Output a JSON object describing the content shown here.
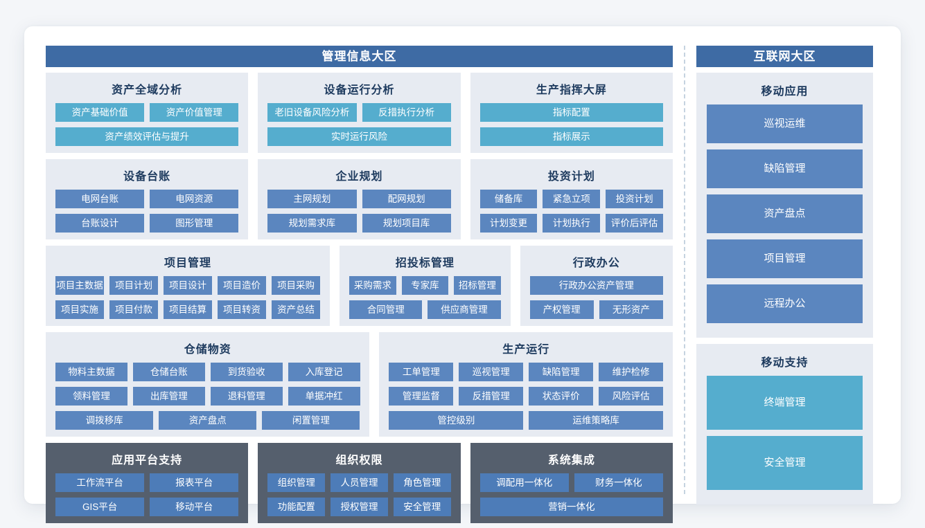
{
  "colors": {
    "zone_header_bg": "#3e6ba4",
    "section_bg": "#e7ebf2",
    "section_title": "#1d3a5e",
    "teal_button": "#55adce",
    "blue_button": "#5b86bf",
    "dark_section_bg": "#555f6d",
    "dark_section_button": "#4d7cb8",
    "button_text": "#ffffff",
    "separator": "#c5d3e0"
  },
  "main": {
    "title": "管理信息大区",
    "sections": [
      {
        "title": "资产全域分析",
        "rows": [
          [
            "资产基础价值",
            "资产价值管理"
          ],
          [
            "资产绩效评估与提升"
          ]
        ]
      },
      {
        "title": "设备运行分析",
        "rows": [
          [
            "老旧设备风险分析",
            "反措执行分析"
          ],
          [
            "实时运行风险"
          ]
        ]
      },
      {
        "title": "生产指挥大屏",
        "rows": [
          [
            "指标配置"
          ],
          [
            "指标展示"
          ]
        ]
      },
      {
        "title": "设备台账",
        "rows": [
          [
            "电网台账",
            "电网资源"
          ],
          [
            "台账设计",
            "图形管理"
          ]
        ]
      },
      {
        "title": "企业规划",
        "rows": [
          [
            "主网规划",
            "配网规划"
          ],
          [
            "规划需求库",
            "规划项目库"
          ]
        ]
      },
      {
        "title": "投资计划",
        "rows": [
          [
            "储备库",
            "紧急立项",
            "投资计划"
          ],
          [
            "计划变更",
            "计划执行",
            "评价后评估"
          ]
        ]
      },
      {
        "title": "项目管理",
        "rows": [
          [
            "项目主数据",
            "项目计划",
            "项目设计",
            "项目造价",
            "项目采购"
          ],
          [
            "项目实施",
            "项目付款",
            "项目结算",
            "项目转资",
            "资产总结"
          ]
        ]
      },
      {
        "title": "招投标管理",
        "rows": [
          [
            "采购需求",
            "专家库",
            "招标管理"
          ],
          [
            "合同管理",
            "供应商管理"
          ]
        ]
      },
      {
        "title": "行政办公",
        "rows": [
          [
            "行政办公资产管理"
          ],
          [
            "产权管理",
            "无形资产"
          ]
        ]
      },
      {
        "title": "仓储物资",
        "rows": [
          [
            "物料主数据",
            "仓储台账",
            "到货验收",
            "入库登记"
          ],
          [
            "领料管理",
            "出库管理",
            "退料管理",
            "单据冲红"
          ],
          [
            "调拨移库",
            "资产盘点",
            "闲置管理"
          ]
        ]
      },
      {
        "title": "生产运行",
        "rows": [
          [
            "工单管理",
            "巡视管理",
            "缺陷管理",
            "维护检修"
          ],
          [
            "管理监督",
            "反措管理",
            "状态评价",
            "风险评估"
          ],
          [
            "管控级别",
            "运维策略库"
          ]
        ]
      },
      {
        "title": "应用平台支持",
        "rows": [
          [
            "工作流平台",
            "报表平台"
          ],
          [
            "GIS平台",
            "移动平台"
          ]
        ]
      },
      {
        "title": "组织权限",
        "rows": [
          [
            "组织管理",
            "人员管理",
            "角色管理"
          ],
          [
            "功能配置",
            "授权管理",
            "安全管理"
          ]
        ]
      },
      {
        "title": "系统集成",
        "rows": [
          [
            "调配用一体化",
            "财务一体化"
          ],
          [
            "营销一体化"
          ]
        ]
      }
    ]
  },
  "internet": {
    "title": "互联网大区",
    "sections": [
      {
        "title": "移动应用",
        "rows": [
          [
            "巡视运维"
          ],
          [
            "缺陷管理"
          ],
          [
            "资产盘点"
          ],
          [
            "项目管理"
          ],
          [
            "远程办公"
          ]
        ]
      },
      {
        "title": "移动支持",
        "rows": [
          [
            "终端管理"
          ],
          [
            "安全管理"
          ]
        ]
      }
    ]
  }
}
